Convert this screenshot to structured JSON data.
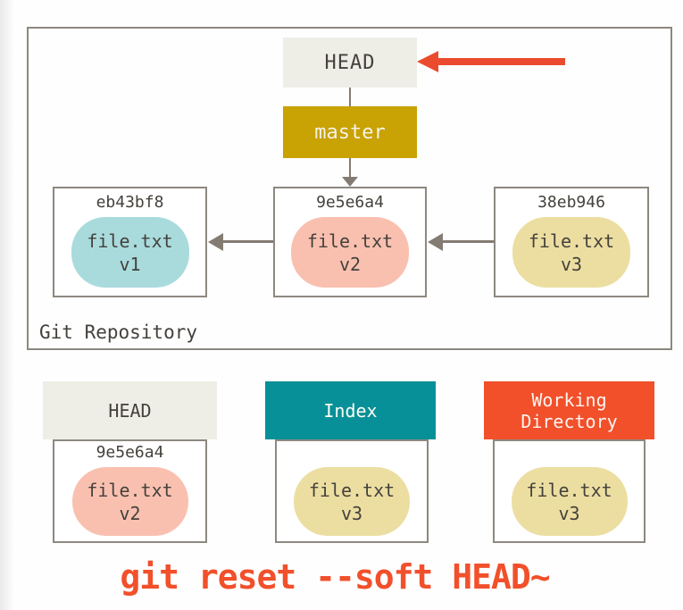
{
  "diagram": {
    "repo_label": "Git Repository",
    "head_box": {
      "label": "HEAD"
    },
    "branch_box": {
      "label": "master"
    },
    "commits": [
      {
        "hash": "eb43bf8",
        "file": "file.txt",
        "version": "v1"
      },
      {
        "hash": "9e5e6a4",
        "file": "file.txt",
        "version": "v2"
      },
      {
        "hash": "38eb946",
        "file": "file.txt",
        "version": "v3"
      }
    ],
    "areas": [
      {
        "title": "HEAD",
        "hash": "9e5e6a4",
        "file": "file.txt",
        "version": "v2"
      },
      {
        "title": "Index",
        "file": "file.txt",
        "version": "v3"
      },
      {
        "title": "Working Directory",
        "file": "file.txt",
        "version": "v3"
      }
    ],
    "command": "git reset --soft HEAD~"
  },
  "colors": {
    "head_bg": "#efeee6",
    "branch_bg": "#c9a203",
    "index_bg": "#089098",
    "workdir_bg": "#f1502b",
    "accent_red": "#ea4a2e",
    "blob_v1": "#a9dbdd",
    "blob_v2": "#f9c0b0",
    "blob_v3": "#ecdea1",
    "border": "#8d8880",
    "arrow": "#847b72",
    "text_dark": "#45413c",
    "command_text": "#f1502b"
  }
}
